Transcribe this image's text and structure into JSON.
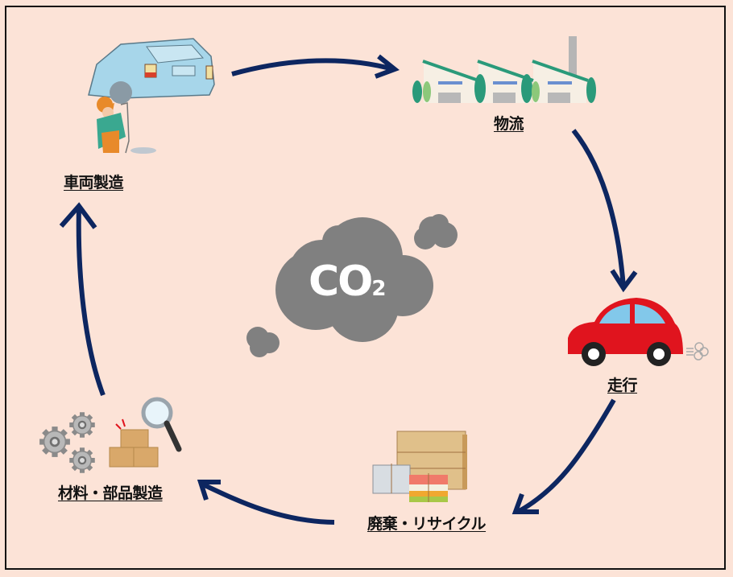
{
  "diagram": {
    "title": "CO2 lifecycle cycle",
    "center": {
      "main": "CO",
      "subscript": "2",
      "icon": "co2-cloud-icon",
      "cloud_color": "#808080",
      "text_color": "#ffffff"
    },
    "stages": [
      {
        "id": "vehicle-manufacturing",
        "label": "車両製造",
        "icon": "car-assembly-worker-icon"
      },
      {
        "id": "logistics",
        "label": "物流",
        "icon": "factory-icon"
      },
      {
        "id": "driving",
        "label": "走行",
        "icon": "red-car-icon"
      },
      {
        "id": "disposal-recycling",
        "label": "廃棄・リサイクル",
        "icon": "recycle-bundles-icon"
      },
      {
        "id": "materials-parts-manufacturing",
        "label": "材料・部品製造",
        "icon": "gears-boxes-magnifier-icon"
      }
    ],
    "flow": [
      "車両製造 → 物流",
      "物流 → 走行",
      "走行 → 廃棄・リサイクル",
      "廃棄・リサイクル → 材料・部品製造",
      "材料・部品製造 → 車両製造"
    ],
    "colors": {
      "background": "#fce3d7",
      "arrow": "#0d2660",
      "border": "#111111",
      "car_red": "#e0141e",
      "factory_green": "#2a9a7a"
    }
  }
}
